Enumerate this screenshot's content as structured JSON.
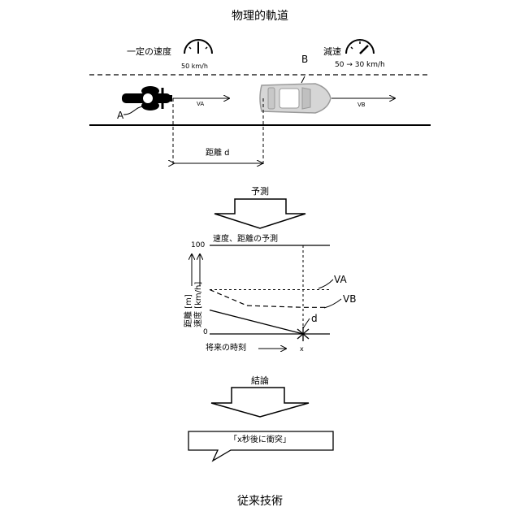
{
  "title": "物理的軌道",
  "scene": {
    "left_speed_label": "一定の速度",
    "left_speed_value": "50 km/h",
    "right_label_B": "B",
    "right_speed_label": "減速",
    "right_speed_value": "50 → 30 km/h",
    "label_A": "A",
    "velocity_A": "VA",
    "velocity_B": "VB",
    "distance_label": "距離 d"
  },
  "predict_arrow_label": "予測",
  "graph": {
    "title": "速度、距離の予測",
    "y_top": "100",
    "y_zero": "0",
    "y_axis_label_1": "距離 [m]",
    "y_axis_label_2": "速度 [km/h]",
    "series_VA": "VA",
    "series_VB": "VB",
    "series_d": "d",
    "x_axis_label": "将来の時刻",
    "x_marker": "x"
  },
  "conclusion_arrow_label": "結論",
  "result_text": "「x秒後に衝突」",
  "footer": "従来技術",
  "chart_data": {
    "type": "line",
    "title": "速度、距離の予測",
    "xlabel": "将来の時刻",
    "ylabel": "距離 [m] / 速度 [km/h]",
    "ylim": [
      0,
      100
    ],
    "series": [
      {
        "name": "VA",
        "x": [
          0,
          1
        ],
        "values": [
          50,
          50
        ]
      },
      {
        "name": "VB",
        "x": [
          0,
          0.4,
          1
        ],
        "values": [
          50,
          32,
          30
        ]
      },
      {
        "name": "d",
        "x": [
          0,
          1
        ],
        "values": [
          27,
          0
        ]
      }
    ],
    "x_marker": "x"
  }
}
